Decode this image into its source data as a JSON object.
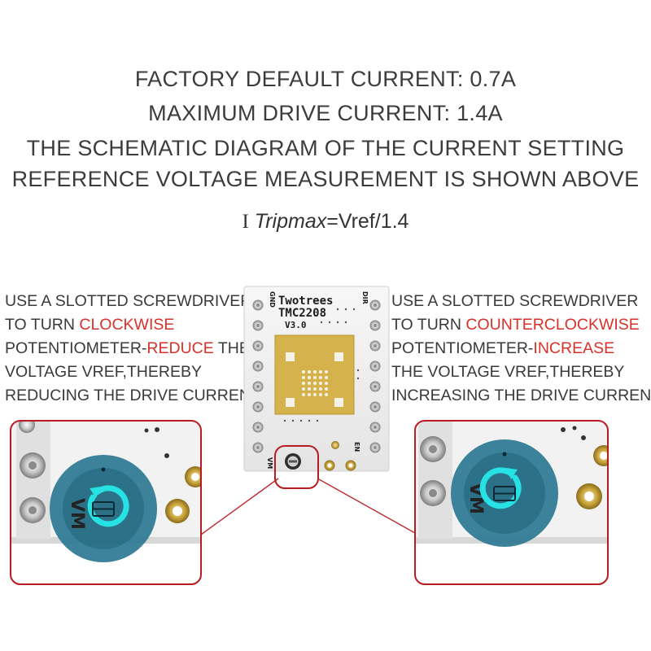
{
  "headings": {
    "line1": "FACTORY DEFAULT CURRENT: 0.7A",
    "line2": "MAXIMUM DRIVE CURRENT: 1.4A",
    "line3": "THE SCHEMATIC DIAGRAM OF THE CURRENT SETTING",
    "line4": "REFERENCE VOLTAGE MEASUREMENT IS SHOWN ABOVE"
  },
  "formula": {
    "prefix": "I",
    "variable": "Tripmax",
    "equals": "=Vref/1.4"
  },
  "left_instruction": {
    "line1": "USE A SLOTTED SCREWDRIVER",
    "line2_prefix": "TO TURN ",
    "line2_highlight": "CLOCKWISE",
    "line3_prefix": "POTENTIOMETER-",
    "line3_highlight": "REDUCE",
    "line3_suffix": " THE",
    "line4": "VOLTAGE VREF,THEREBY",
    "line5": "REDUCING THE DRIVE CURRENT."
  },
  "right_instruction": {
    "line1": "USE A SLOTTED SCREWDRIVER",
    "line2_prefix": "TO TURN ",
    "line2_highlight": "COUNTERCLOCKWISE",
    "line3_prefix": "POTENTIOMETER-",
    "line3_highlight": "INCREASE",
    "line4": "THE VOLTAGE VREF,THEREBY",
    "line5": "INCREASING THE DRIVE CURRENT."
  },
  "board": {
    "brand": "Twotrees",
    "model": "TMC2208",
    "version": "V3.0",
    "pin_gnd": "GND",
    "pin_dir": "DIR",
    "pin_en": "EN",
    "pin_vm": "VM"
  },
  "zoom": {
    "label": "VM"
  },
  "colors": {
    "highlight": "#d9322b",
    "callout_border": "#b81c22",
    "pcb_white": "#f1f1f1",
    "chip_gold": "#d8b34c",
    "knob_cyan": "#1ed3d6",
    "knob_ring": "#2c7a92"
  },
  "icons": {
    "left_zoom": "clockwise-arrow-icon",
    "right_zoom": "counterclockwise-arrow-icon"
  }
}
